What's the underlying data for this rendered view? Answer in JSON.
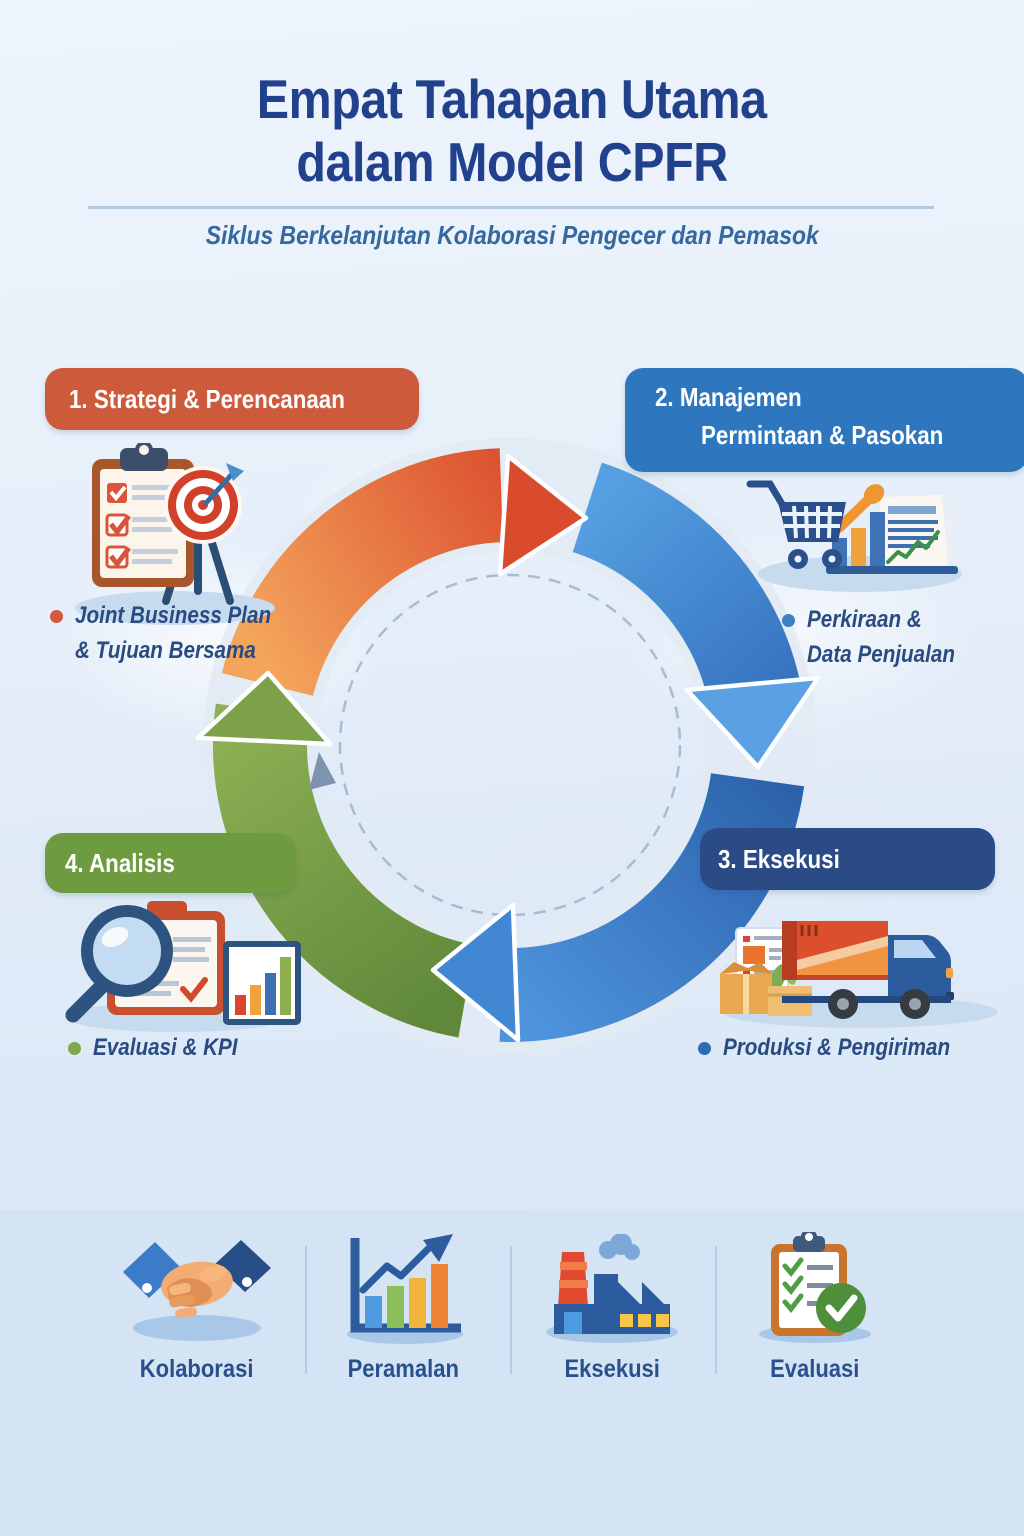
{
  "title": {
    "line1": "Empat Tahapan Utama",
    "line2": "dalam Model CPFR"
  },
  "subtitle": "Siklus Berkelanjutan Kolaborasi Pengecer dan Pemasok",
  "stages": [
    {
      "label": "1. Strategi & Perencanaan",
      "label_line2": "",
      "bullet_line1": "Joint Business Plan",
      "bullet_line2": "& Tujuan Bersama",
      "banner_color": "#CE5A3C",
      "bullet_dot_color": "#D2593B",
      "icon": "clipboard-checklist-target-icon",
      "position": "top-left"
    },
    {
      "label": "2. Manajemen",
      "label_line2": "Permintaan & Pasokan",
      "bullet_line1": "Perkiraan &",
      "bullet_line2": "Data Penjualan",
      "banner_color": "#2E77BE",
      "bullet_dot_color": "#3F80C4",
      "icon": "shopping-cart-sales-chart-icon",
      "position": "top-right"
    },
    {
      "label": "3. Eksekusi",
      "label_line2": "",
      "bullet_line1": "Produksi & Pengiriman",
      "bullet_line2": "",
      "banner_color": "#2A4B86",
      "bullet_dot_color": "#2F6BB3",
      "icon": "delivery-truck-boxes-icon",
      "position": "bottom-right"
    },
    {
      "label": "4. Analisis",
      "label_line2": "",
      "bullet_line1": "Evaluasi & KPI",
      "bullet_line2": "",
      "banner_color": "#6E9A40",
      "bullet_dot_color": "#7FA84C",
      "icon": "magnifier-report-charts-icon",
      "position": "bottom-left"
    }
  ],
  "cycle": {
    "type": "circular-flow",
    "direction": "clockwise",
    "segments": [
      {
        "stage": "Strategi & Perencanaan",
        "position": "top",
        "colors": [
          "#F2A057",
          "#DA4A2C"
        ]
      },
      {
        "stage": "Manajemen Permintaan & Pasokan",
        "position": "right",
        "colors": [
          "#55A0E2",
          "#3774C0"
        ]
      },
      {
        "stage": "Eksekusi",
        "position": "bottom",
        "colors": [
          "#2A5FA9",
          "#4E94DC"
        ]
      },
      {
        "stage": "Analisis",
        "position": "left",
        "colors": [
          "#5F883A",
          "#8DB054"
        ]
      }
    ]
  },
  "footer": {
    "items": [
      {
        "label": "Kolaborasi",
        "icon": "handshake-icon"
      },
      {
        "label": "Peramalan",
        "icon": "bar-chart-growth-icon"
      },
      {
        "label": "Eksekusi",
        "icon": "factory-icon"
      },
      {
        "label": "Evaluasi",
        "icon": "checklist-approved-icon"
      }
    ]
  },
  "colors": {
    "title": "#21418C",
    "subtitle": "#35689F",
    "bullet_text": "#2A4B82",
    "footer_label": "#27508C",
    "footer_background": "#D5E4F4",
    "page_background": "#E8F0FA"
  }
}
